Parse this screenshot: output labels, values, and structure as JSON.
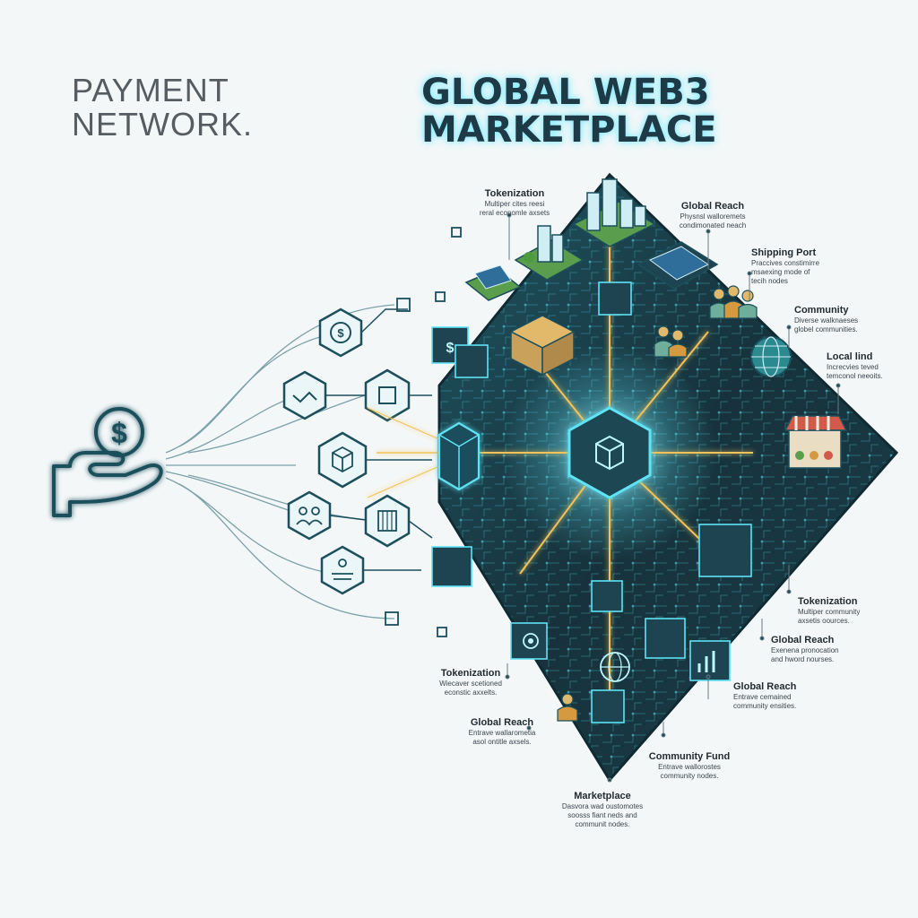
{
  "title": {
    "left": [
      "PAYMENT",
      "NETWORK."
    ],
    "right": [
      "GLOBAL WEB3",
      "MARKETPLACE"
    ]
  },
  "callouts": [
    {
      "id": "tokenization-top",
      "title": "Tokenization",
      "desc": [
        "Multiper cites reesi",
        "reral economle axsets"
      ]
    },
    {
      "id": "global-reach-top",
      "title": "Global Reach",
      "desc": [
        "Physnsl walloremets",
        "condimonated neach"
      ]
    },
    {
      "id": "shipping-port",
      "title": "Shipping Port",
      "desc": [
        "Praccives constimirre",
        "msaexing mode of",
        "tecih nodes"
      ]
    },
    {
      "id": "community",
      "title": "Community",
      "desc": [
        "Diverse walknaeses",
        "globel communities."
      ]
    },
    {
      "id": "local-lind",
      "title": "Local lind",
      "desc": [
        "Increcvies teved",
        "temconol neeoits."
      ]
    },
    {
      "id": "tokenization-right",
      "title": "Tokenization",
      "desc": [
        "Multiper community",
        "axsetis oources."
      ]
    },
    {
      "id": "global-reach-right",
      "title": "Global Reach",
      "desc": [
        "Exenena pronocation",
        "and hword nourses."
      ]
    },
    {
      "id": "global-reach-lower",
      "title": "Global Reach",
      "desc": [
        "Entrave cemained",
        "community ensities."
      ]
    },
    {
      "id": "community-fund",
      "title": "Community Fund",
      "desc": [
        "Entrave wallorostes",
        "community nodes."
      ]
    },
    {
      "id": "marketplace",
      "title": "Marketplace",
      "desc": [
        "Dasvora wad oustomotes",
        "soosss fiant neds and",
        "communit nodes."
      ]
    },
    {
      "id": "tokenization-left",
      "title": "Tokenization",
      "desc": [
        "Wiecaver scetioned",
        "econstic axxelts."
      ]
    },
    {
      "id": "global-reach-left",
      "title": "Global Reach",
      "desc": [
        "Entrave wallarometia",
        "asol ontitle axsels."
      ]
    }
  ],
  "colors": {
    "accent_glow": "#5fe3f5",
    "node_stroke": "#1b4f5c",
    "circuit_dark": "#17323b",
    "circuit_mid": "#1f5563",
    "gold_line": "#f2c35a",
    "title_dark": "#1d3a46",
    "title_grey": "#555d62"
  },
  "icons": {
    "payment": "dollar-in-hand-icon",
    "hex_nodes": [
      "dollar-icon",
      "handshake-icon",
      "cube-icon",
      "community-icon",
      "building-icon",
      "scale-icon"
    ],
    "city": "city-buildings-icon",
    "solar": "solar-panel-icon",
    "container": "shipping-container-icon",
    "people": "people-group-icon",
    "globe": "globe-icon",
    "market": "market-stall-icon"
  }
}
